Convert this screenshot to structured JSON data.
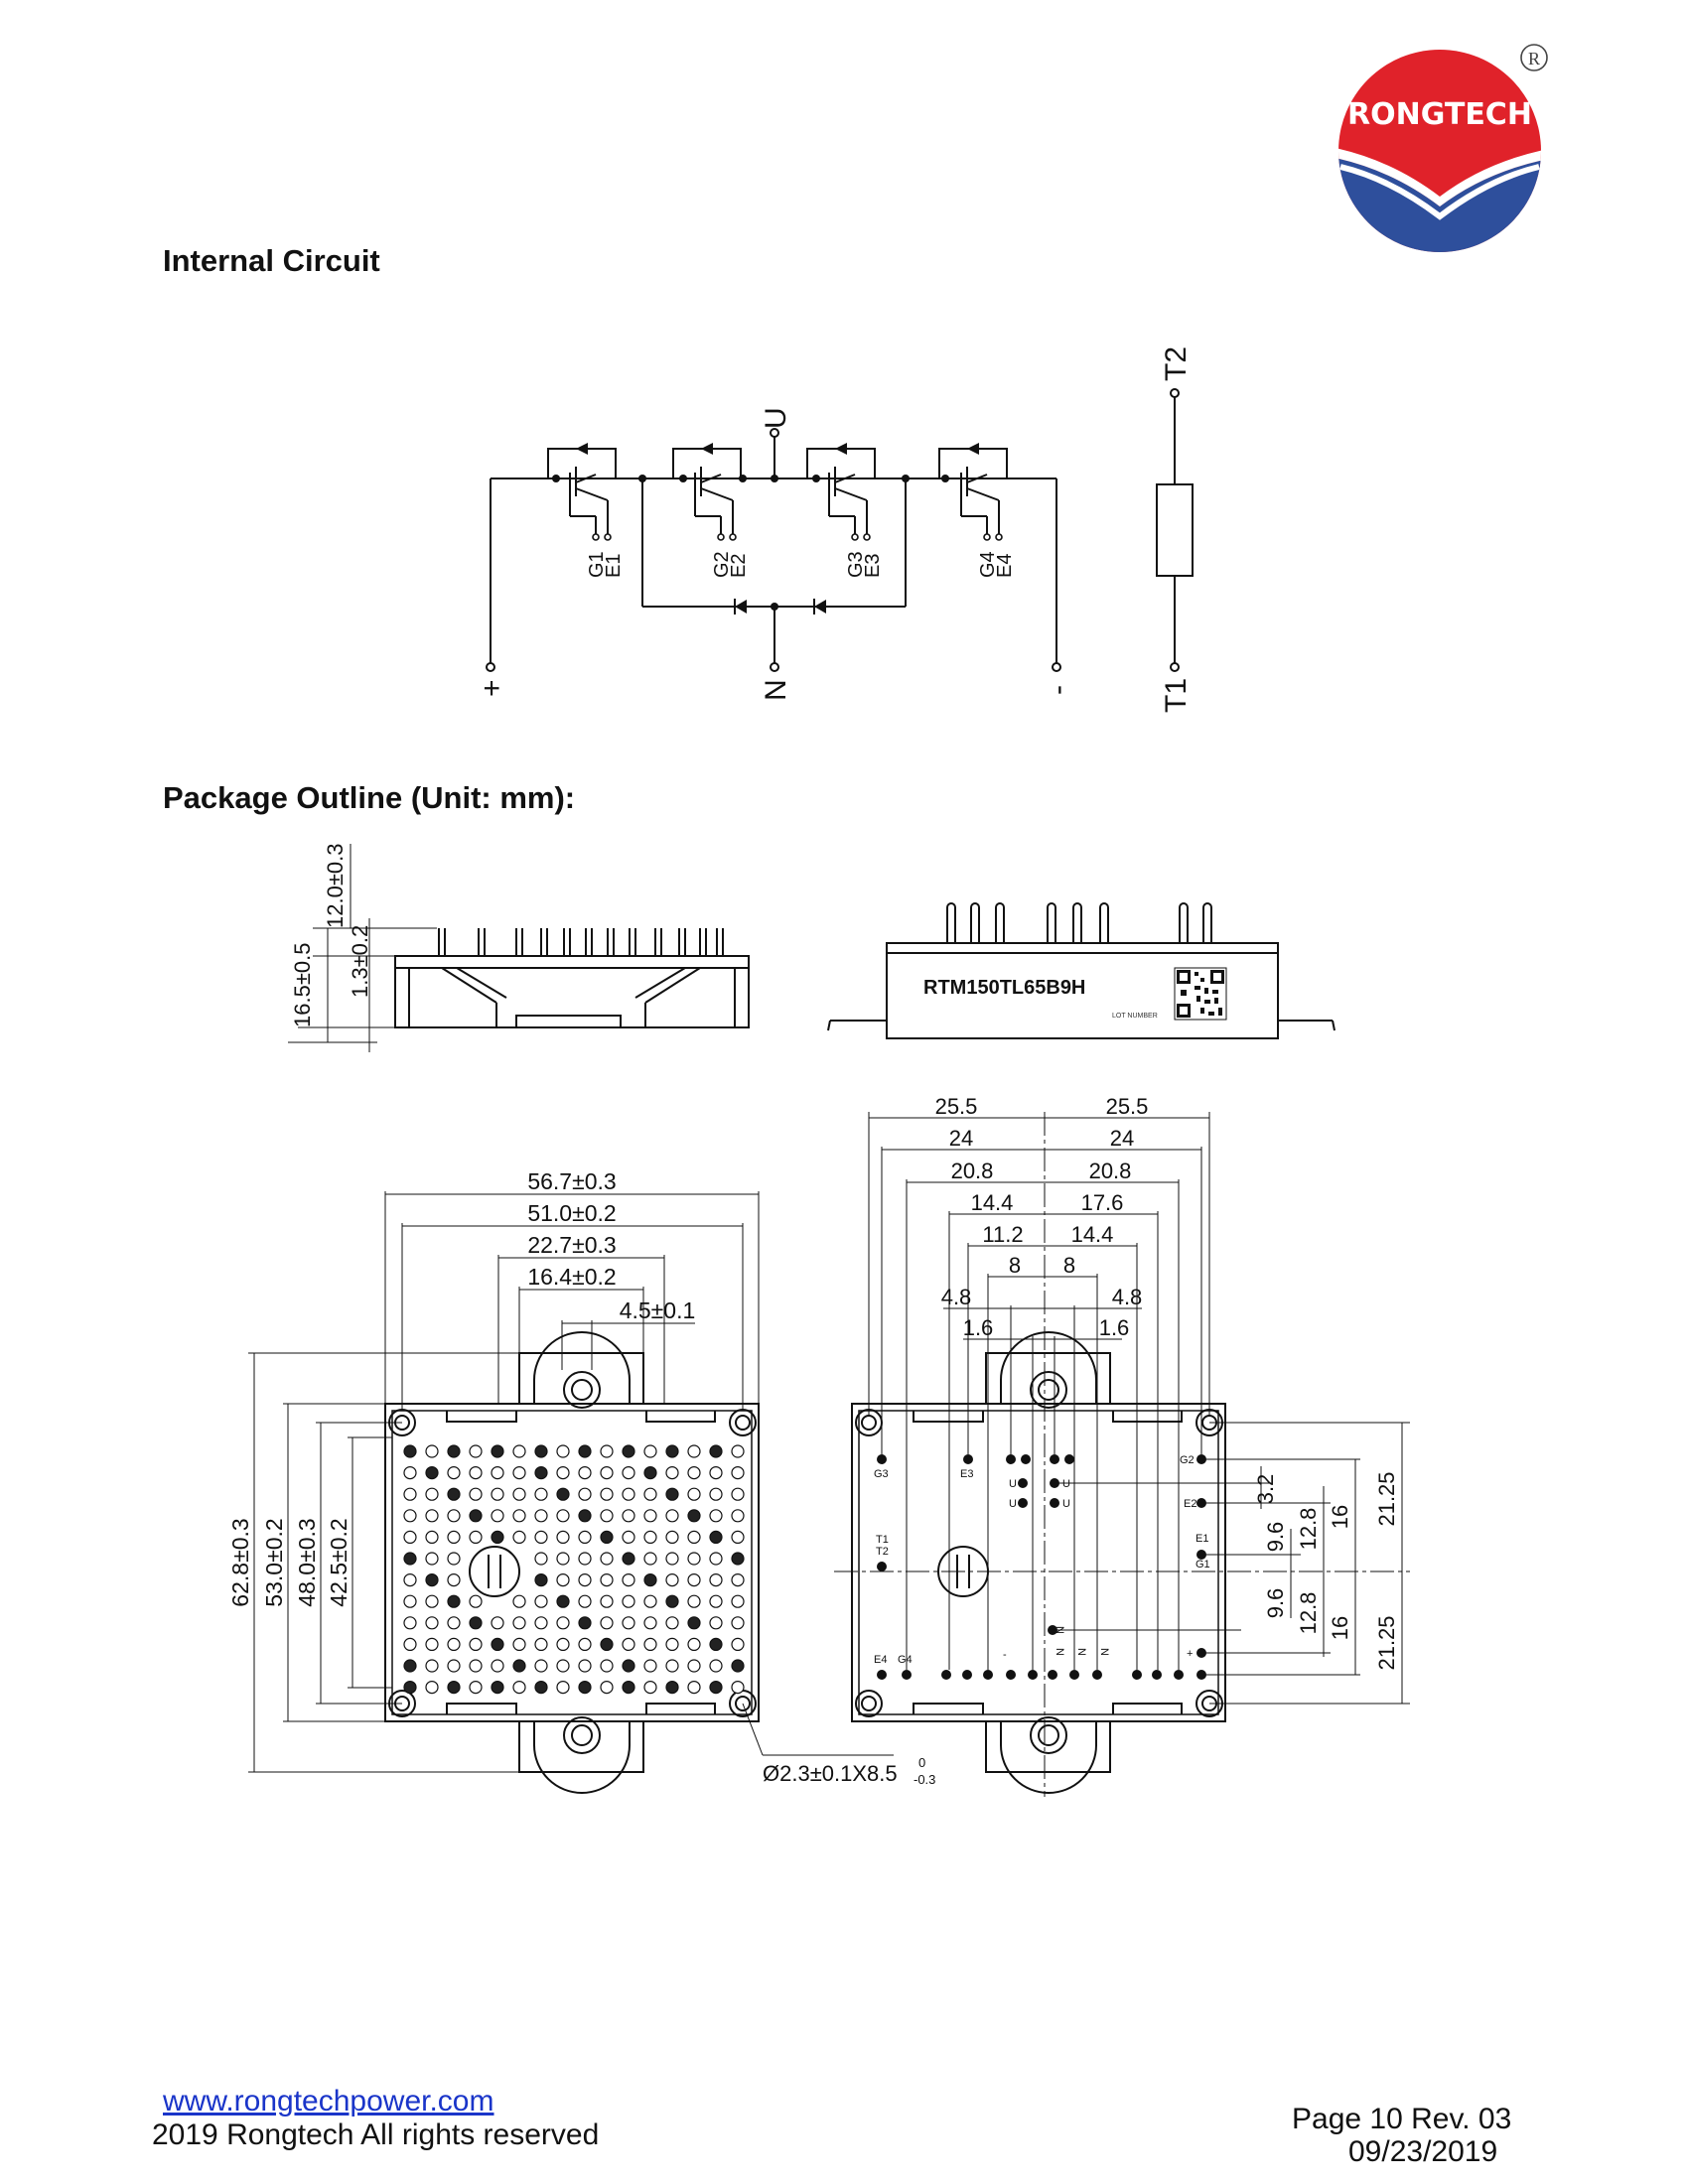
{
  "brand": {
    "name": "RONGTECH",
    "registered_mark": "R",
    "colors": {
      "red": "#e0222a",
      "blue": "#2e4f9c"
    }
  },
  "sections": {
    "internal_circuit": "Internal Circuit",
    "package_outline": "Package Outline (Unit: mm):"
  },
  "circuit": {
    "labels": {
      "U": "U",
      "N": "N",
      "plus": "+",
      "minus": "-",
      "T1": "T1",
      "T2": "T2"
    },
    "pins": [
      "G1",
      "E1",
      "G2",
      "E2",
      "G3",
      "E3",
      "G4",
      "E4"
    ]
  },
  "side_view": {
    "dims": {
      "total": "16.5±0.5",
      "pin": "12.0±0.3",
      "base": "1.3±0.2"
    }
  },
  "front_view": {
    "part_number": "RTM150TL65B9H",
    "lot_label": "LOT NUMBER"
  },
  "bottom_view": {
    "dims": {
      "w1": "56.7±0.3",
      "w2": "51.0±0.2",
      "w3": "22.7±0.3",
      "w4": "16.4±0.2",
      "w5": "4.5±0.1",
      "h1": "62.8±0.3",
      "h2": "53.0±0.2",
      "h3": "48.0±0.3",
      "h4": "42.5±0.2",
      "hole": "Ø2.3±0.1X8.5",
      "hole_tol_upper": "0",
      "hole_tol_lower": "-0.3"
    }
  },
  "pin_view": {
    "top_dims": {
      "l1": "25.5",
      "r1": "25.5",
      "l2": "24",
      "r2": "24",
      "l3": "20.8",
      "r3": "20.8",
      "l4": "14.4",
      "r4": "17.6",
      "l5": "11.2",
      "r5": "14.4",
      "l6": "8",
      "r6": "8",
      "l7": "4.8",
      "r7": "4.8",
      "l8": "1.6",
      "r8": "1.6"
    },
    "right_dims": {
      "a": "3.2",
      "b": "9.6",
      "c": "12.8",
      "d": "16",
      "e": "21.25",
      "f": "9.6",
      "g": "12.8",
      "h": "16",
      "i": "21.25"
    },
    "pin_labels": {
      "G3": "G3",
      "E3": "E3",
      "G2": "G2",
      "E2": "E2",
      "T1": "T1",
      "T2": "T2",
      "E1": "E1",
      "G1": "G1",
      "E4": "E4",
      "G4": "G4",
      "U": "U",
      "N": "N",
      "plus": "+",
      "minus": "-"
    }
  },
  "footer": {
    "website": "www.rongtechpower.com",
    "copyright": "2019 Rongtech All rights reserved",
    "page": "Page 10  Rev. 03",
    "date": "09/23/2019"
  }
}
